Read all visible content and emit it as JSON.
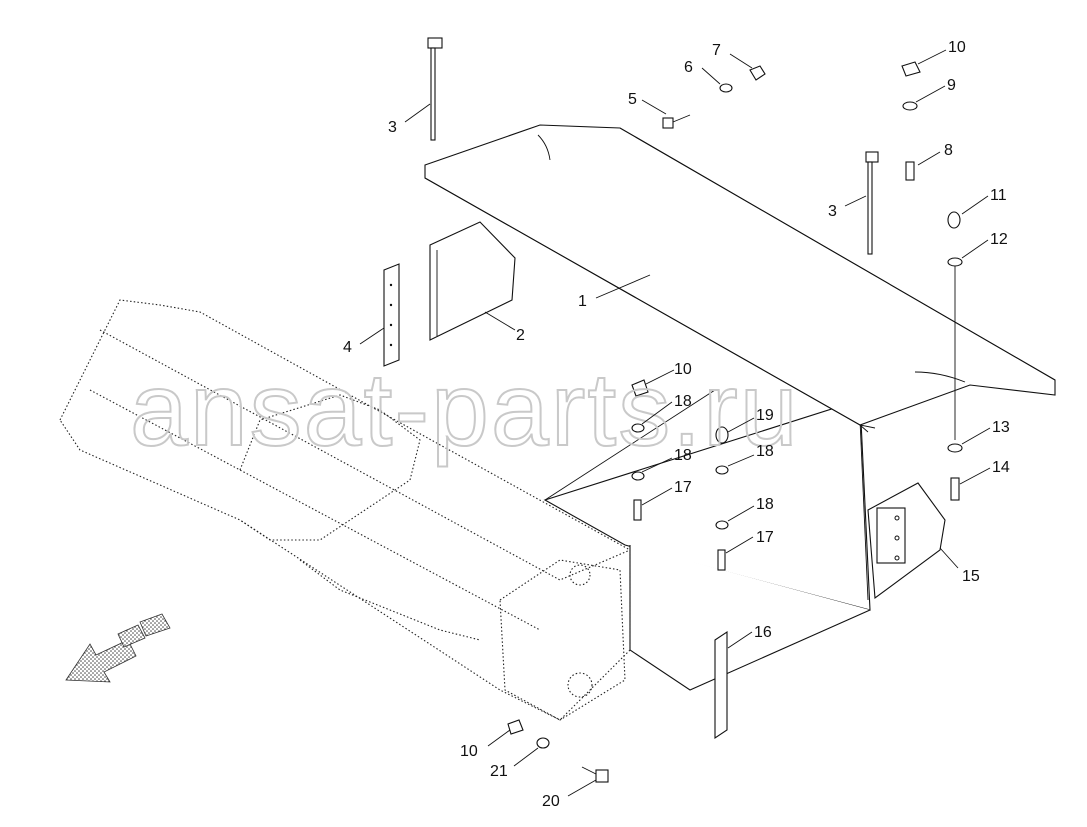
{
  "diagram": {
    "watermark": "ansat-parts.ru",
    "callouts": [
      "1",
      "2",
      "3",
      "3",
      "4",
      "5",
      "6",
      "7",
      "8",
      "9",
      "10",
      "10",
      "10",
      "11",
      "12",
      "13",
      "14",
      "15",
      "16",
      "17",
      "17",
      "18",
      "18",
      "18",
      "18",
      "19",
      "20",
      "21"
    ],
    "direction_arrow": "travel-direction-arrow"
  }
}
